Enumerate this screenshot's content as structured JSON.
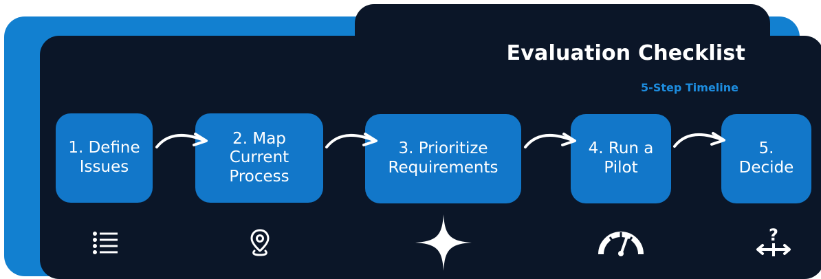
{
  "title": "Evaluation Checklist",
  "subtitle": "5-Step Timeline",
  "colors": {
    "accent_blue": "#1277c9",
    "panel_dark": "#0b1628",
    "subtitle_blue": "#1d8de0"
  },
  "steps": [
    {
      "label": "1. Define\nIssues",
      "icon": "list-icon"
    },
    {
      "label": "2. Map\nCurrent\nProcess",
      "icon": "location-pin-icon"
    },
    {
      "label": "3. Prioritize\nRequirements",
      "icon": "sparkle-star-icon"
    },
    {
      "label": "4. Run a\nPilot",
      "icon": "speedometer-gauge-icon"
    },
    {
      "label": "5.\nDecide",
      "icon": "decision-question-icon"
    }
  ]
}
